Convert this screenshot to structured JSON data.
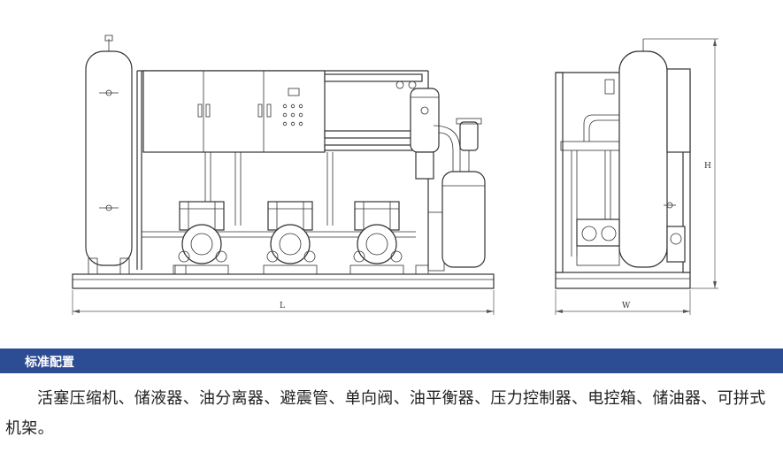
{
  "drawing": {
    "dim_length_label": "L",
    "dim_width_label": "W",
    "dim_height_label": "H"
  },
  "section": {
    "title": "标准配置",
    "description": "活塞压缩机、储液器、油分离器、避震管、单向阀、油平衡器、压力控制器、电控箱、储油器、可拼式机架。"
  },
  "colors": {
    "banner_bg": "#2c4d94",
    "banner_text": "#ffffff",
    "line": "#333333"
  }
}
